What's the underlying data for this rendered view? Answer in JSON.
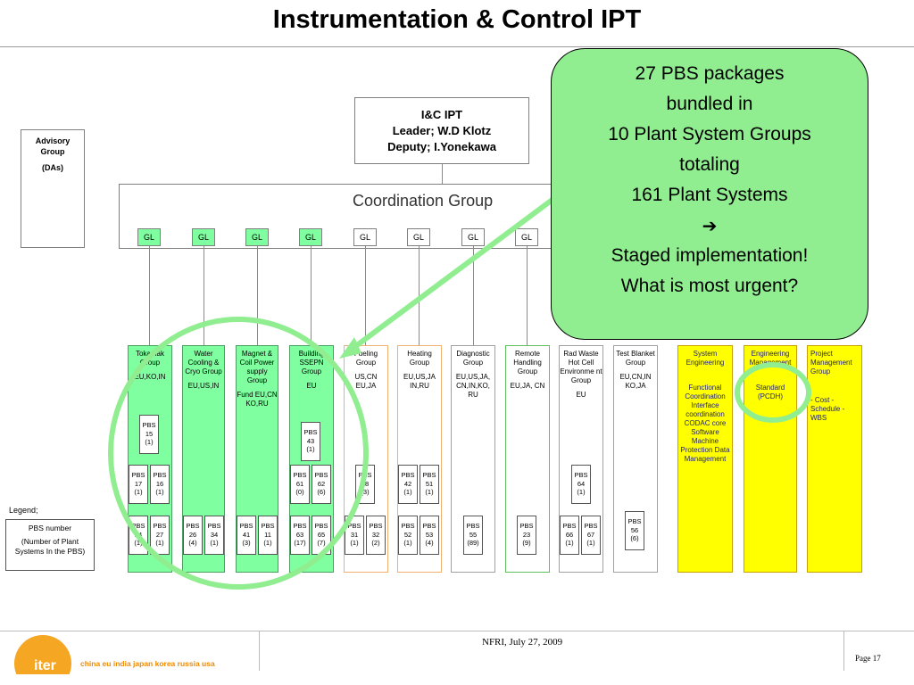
{
  "slide": {
    "title": "Instrumentation & Control IPT",
    "leader": {
      "line1": "I&C IPT",
      "line2": "Leader; W.D Klotz",
      "line3": "Deputy; I.Yonekawa"
    },
    "advisory": {
      "line1": "Advisory",
      "line2": "Group",
      "line3": "(DAs)"
    },
    "coordination": "Coordination Group",
    "gl_label": "GL",
    "groups": [
      {
        "name": "Tokamak Group",
        "countries": "EU,KO,IN"
      },
      {
        "name": "Water Cooling & Cryo Group",
        "countries": "EU,US,IN"
      },
      {
        "name": "Magnet & Coil Power supply Group",
        "countries": "Fund EU,CN KO,RU"
      },
      {
        "name": "Building SSEPN Group",
        "countries": "EU"
      },
      {
        "name": "Fueling Group",
        "countries": "US,CN EU,JA"
      },
      {
        "name": "Heating Group",
        "countries": "EU,US,JA IN,RU"
      },
      {
        "name": "Diagnostic Group",
        "countries": "EU,US,JA, CN,IN,KO, RU"
      },
      {
        "name": "Remote Handling Group",
        "countries": "EU,JA, CN"
      },
      {
        "name": "Rad Waste Hot Cell Environme nt Group",
        "countries": "EU"
      },
      {
        "name": "Test Blanket Group",
        "countries": "EU,CN,IN KO,JA"
      },
      {
        "name": "System Engineering",
        "items": "Functional Coordination Interface coordination CODAC core Software Machine Protection Data Management"
      },
      {
        "name": "Engineering Management",
        "items": "Standard (PCDH)"
      },
      {
        "name": "Project Management Group",
        "items": "- Cost - Schedule - WBS"
      }
    ],
    "pbs": [
      {
        "label": "PBS",
        "num": "15",
        "count": "(1)"
      },
      {
        "label": "PBS",
        "num": "17",
        "count": "(1)"
      },
      {
        "label": "PBS",
        "num": "16",
        "count": "(1)"
      },
      {
        "label": "PBS",
        "num": "24",
        "count": "(1)"
      },
      {
        "label": "PBS",
        "num": "27",
        "count": "(1)"
      },
      {
        "label": "PBS",
        "num": "26",
        "count": "(4)"
      },
      {
        "label": "PBS",
        "num": "34",
        "count": "(1)"
      },
      {
        "label": "PBS",
        "num": "41",
        "count": "(3)"
      },
      {
        "label": "PBS",
        "num": "11",
        "count": "(1)"
      },
      {
        "label": "PBS",
        "num": "43",
        "count": "(1)"
      },
      {
        "label": "PBS",
        "num": "61",
        "count": "(0)"
      },
      {
        "label": "PBS",
        "num": "62",
        "count": "(6)"
      },
      {
        "label": "PBS",
        "num": "63",
        "count": "(17)"
      },
      {
        "label": "PBS",
        "num": "65",
        "count": "(7)"
      },
      {
        "label": "PBS",
        "num": "18",
        "count": "(3)"
      },
      {
        "label": "PBS",
        "num": "31",
        "count": "(1)"
      },
      {
        "label": "PBS",
        "num": "32",
        "count": "(2)"
      },
      {
        "label": "PBS",
        "num": "42",
        "count": "(1)"
      },
      {
        "label": "PBS",
        "num": "51",
        "count": "(1)"
      },
      {
        "label": "PBS",
        "num": "52",
        "count": "(1)"
      },
      {
        "label": "PBS",
        "num": "53",
        "count": "(4)"
      },
      {
        "label": "PBS",
        "num": "55",
        "count": "(89)"
      },
      {
        "label": "PBS",
        "num": "23",
        "count": "(9)"
      },
      {
        "label": "PBS",
        "num": "64",
        "count": "(1)"
      },
      {
        "label": "PBS",
        "num": "66",
        "count": "(1)"
      },
      {
        "label": "PBS",
        "num": "67",
        "count": "(1)"
      },
      {
        "label": "PBS",
        "num": "56",
        "count": "(6)"
      }
    ],
    "legend": {
      "label": "Legend;",
      "line1": "PBS number",
      "line2": "(Number of Plant Systems In the PBS)"
    },
    "callout": {
      "l1": "27 PBS packages",
      "l2": "bundled in",
      "l3": "10 Plant System Groups",
      "l4": "totaling",
      "l5": "161 Plant Systems",
      "arrow": "➔",
      "l6": "Staged implementation!",
      "l7": "What is most urgent?"
    },
    "footer": {
      "date": "NFRI, July 27, 2009",
      "page": "Page 17",
      "logo": "iter",
      "tagline": "china eu india japan korea russia usa"
    },
    "colors": {
      "green": "#7fff9f",
      "yellow": "#ffff00",
      "callout": "#90ee90",
      "ring": "#90ee90",
      "iter_orange": "#f5a623"
    }
  }
}
